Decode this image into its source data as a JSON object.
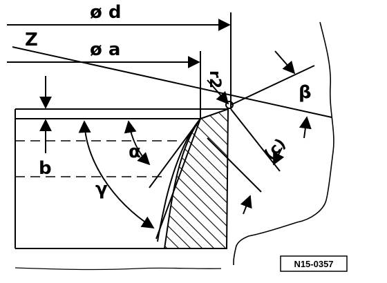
{
  "diagram": {
    "labels": {
      "od": "ø d",
      "oa": "ø a",
      "z": "Z",
      "r2": "r2",
      "beta": "β",
      "c": "(c)",
      "alpha": "α",
      "b": "b",
      "gamma": "γ"
    },
    "reference": "N15-0357"
  }
}
